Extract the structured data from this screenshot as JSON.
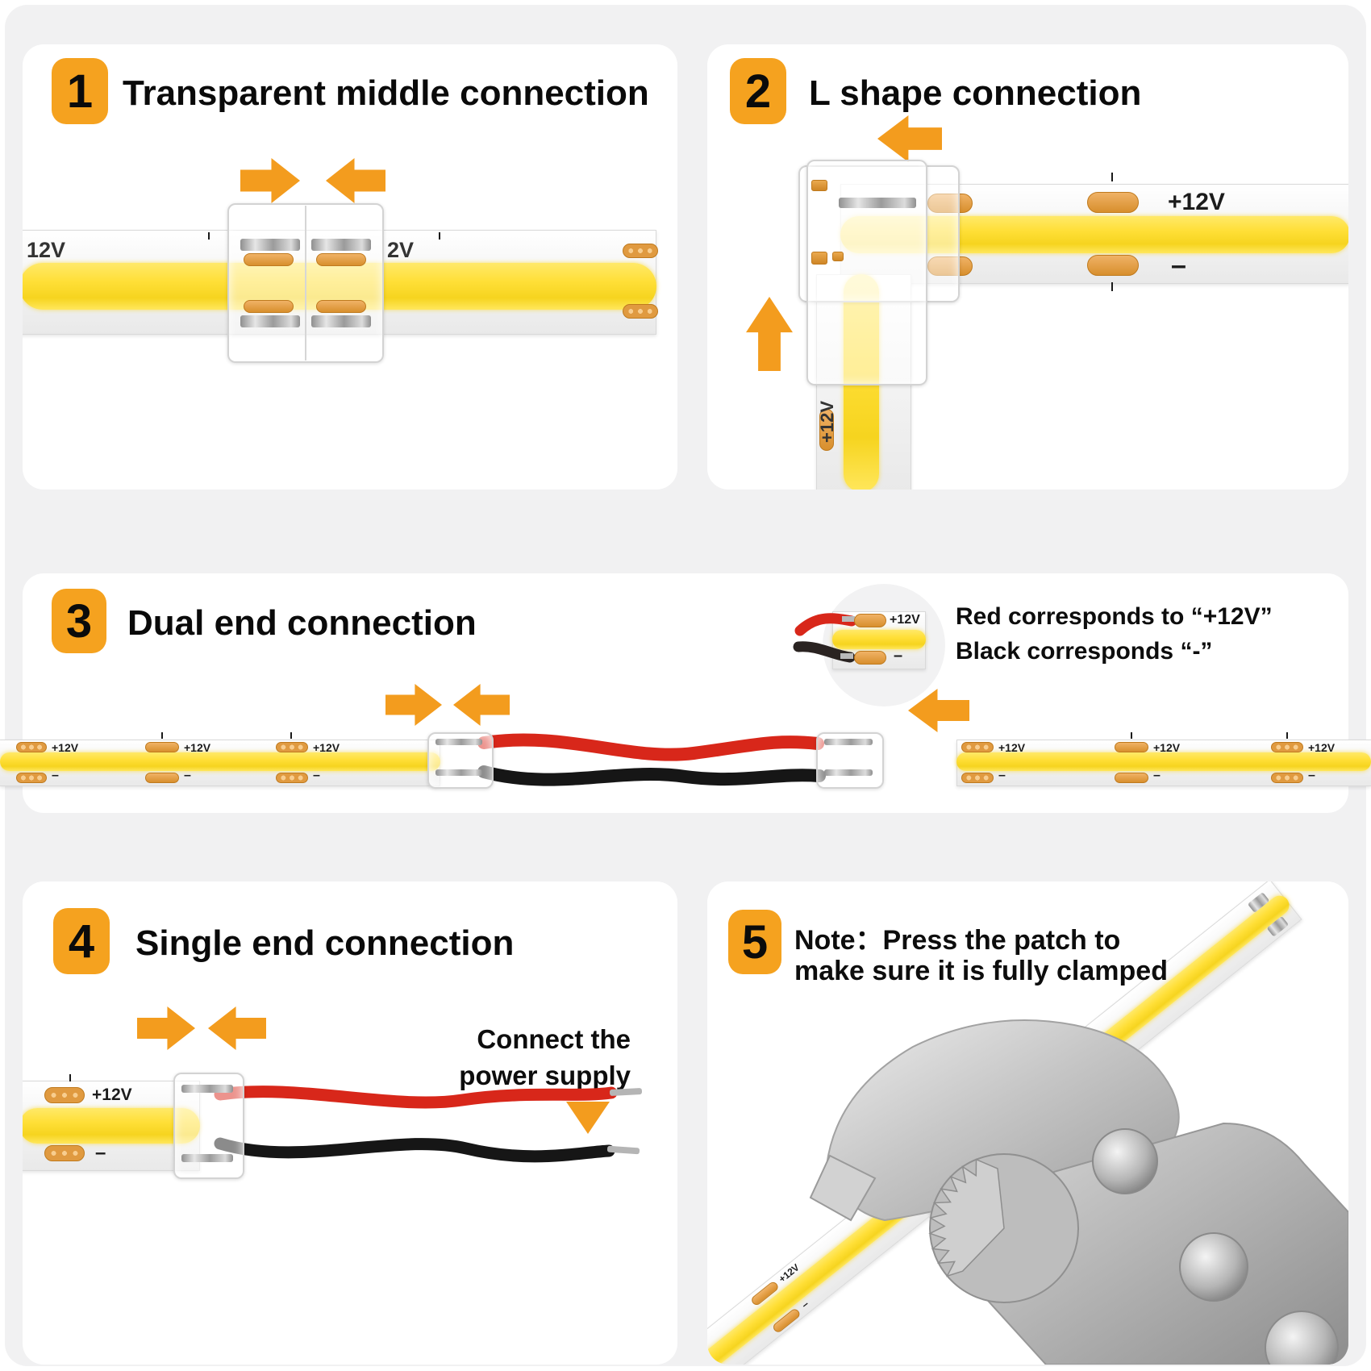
{
  "colors": {
    "accent_orange": "#F39C1E",
    "badge_orange": "#F5A21F",
    "strip_yellow": "#FFDF37",
    "copper": "#D88F2D",
    "wire_red": "#D8271A",
    "wire_black": "#161616",
    "panel_bg": "#ffffff",
    "page_bg": "#f1f1f2"
  },
  "glyphs": {
    "v12": "+12V",
    "minus": "–",
    "v12_left": "12V",
    "v12_right": "2V"
  },
  "panel1": {
    "number": "1",
    "title": "Transparent middle connection"
  },
  "panel2": {
    "number": "2",
    "title": "L shape connection"
  },
  "panel3": {
    "number": "3",
    "title": "Dual end connection",
    "inset_line1": "Red corresponds to “+12V”",
    "inset_line2": "Black corresponds “-”"
  },
  "panel4": {
    "number": "4",
    "title": "Single end connection",
    "note_line1": "Connect the",
    "note_line2": "power supply"
  },
  "panel5": {
    "number": "5",
    "note_line1": "Note：Press the patch to",
    "note_line2": "make sure it is fully clamped"
  }
}
